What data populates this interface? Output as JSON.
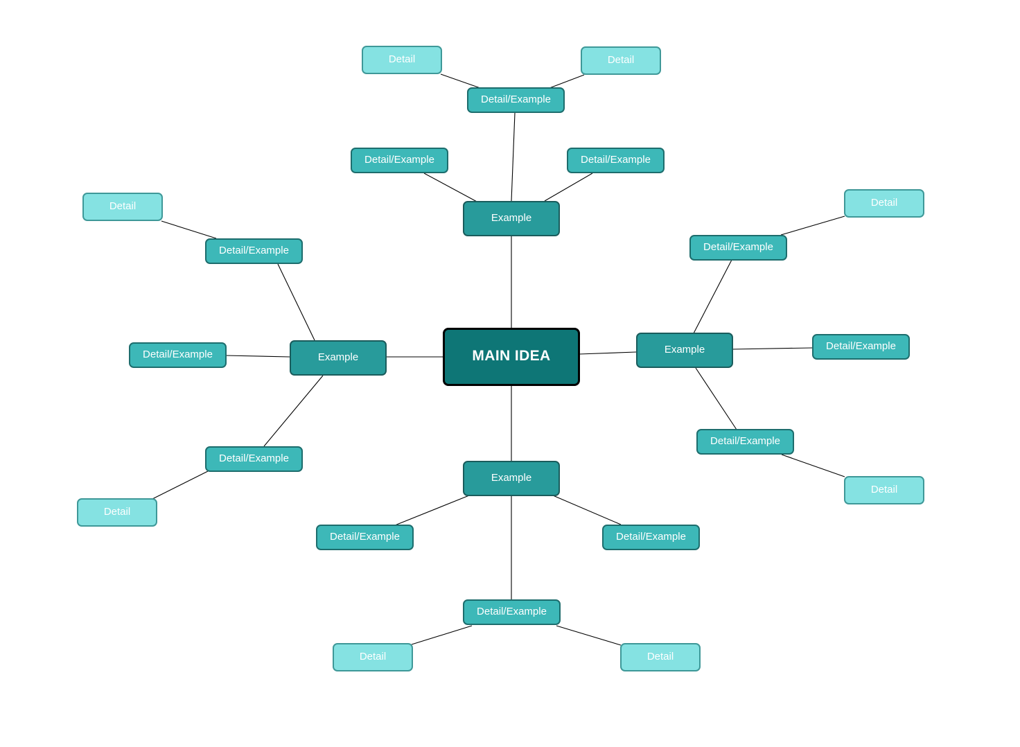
{
  "diagram": {
    "main": "MAIN IDEA",
    "branch_label": "Example",
    "sub_label": "Detail/Example",
    "leaf_label": "Detail"
  },
  "colors": {
    "main_fill": "#0e7676",
    "example_fill": "#289b9b",
    "detail_example_fill": "#3db8b8",
    "detail_fill": "#85e2e2",
    "connector": "#000000"
  }
}
